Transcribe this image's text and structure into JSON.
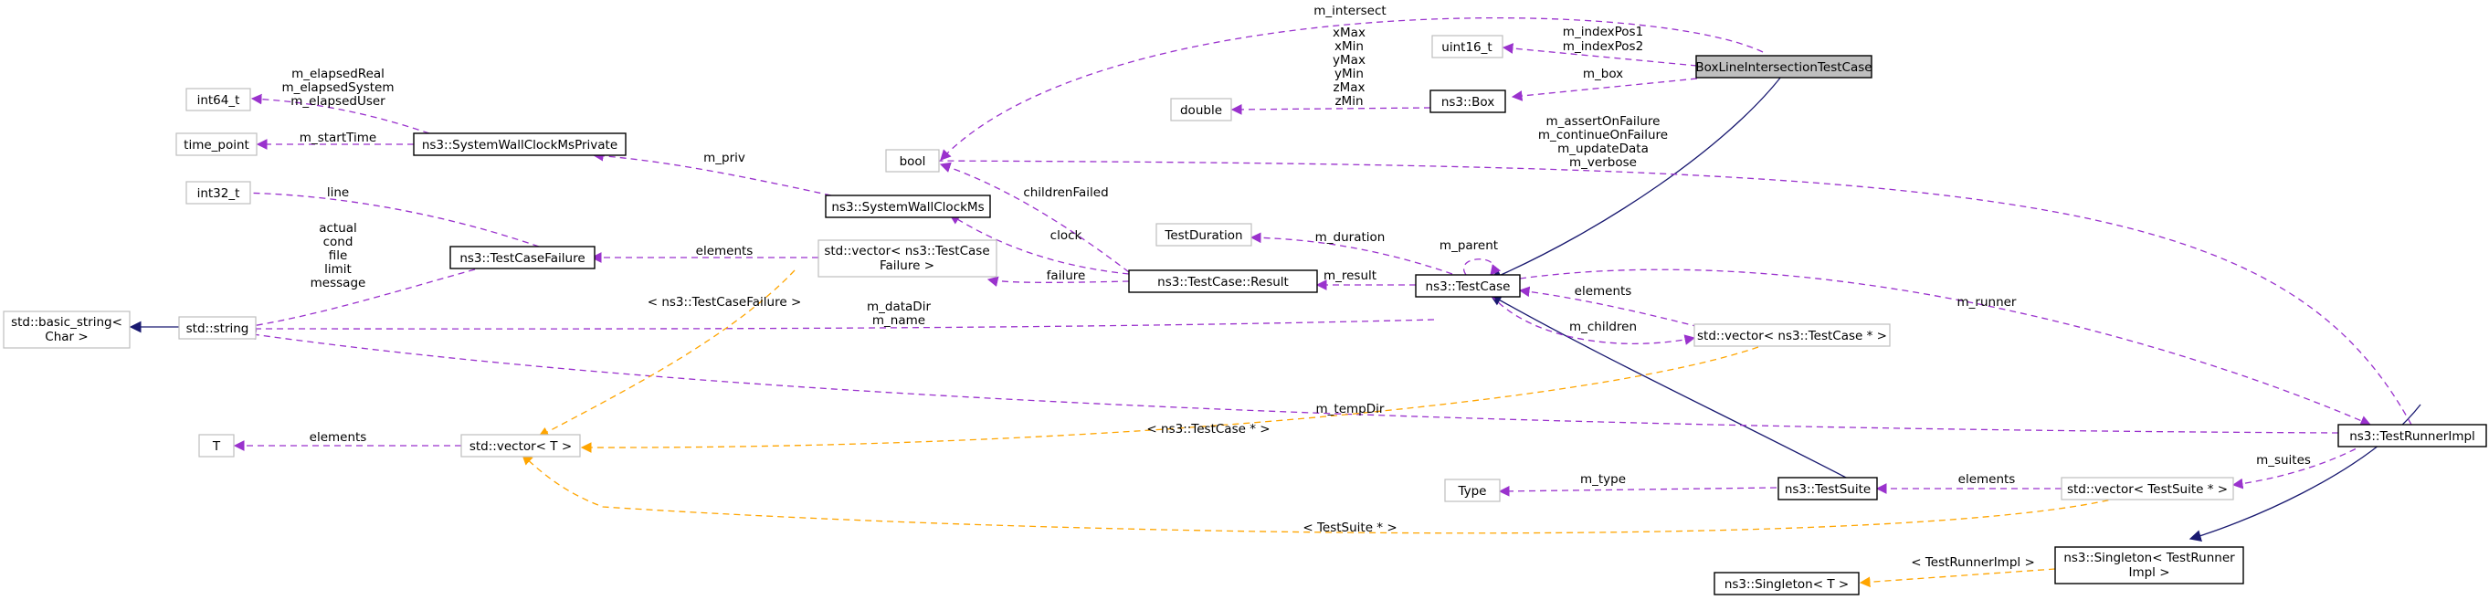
{
  "diagram": {
    "nodes": {
      "box_line_test": "BoxLineIntersectionTestCase",
      "uint16": "uint16_t",
      "double": "double",
      "box": "ns3::Box",
      "bool": "bool",
      "int64": "int64_t",
      "time_point": "time_point",
      "swcm_private": "ns3::SystemWallClockMsPrivate",
      "swcm": "ns3::SystemWallClockMs",
      "int32": "int32_t",
      "tc_failure": "ns3::TestCaseFailure",
      "vec_failure_1": "std::vector< ns3::TestCase",
      "vec_failure_2": "Failure >",
      "test_duration": "TestDuration",
      "tc_result": "ns3::TestCase::Result",
      "test_case": "ns3::TestCase",
      "basic_string_1": "std::basic_string<",
      "basic_string_2": "Char >",
      "string": "std::string",
      "vec_testcase": "std::vector< ns3::TestCase * >",
      "T": "T",
      "vec_T": "std::vector< T >",
      "runner_impl": "ns3::TestRunnerImpl",
      "type": "Type",
      "test_suite": "ns3::TestSuite",
      "vec_suite": "std::vector< TestSuite * >",
      "singleton_runner_1": "ns3::Singleton< TestRunner",
      "singleton_runner_2": "Impl >",
      "singleton_T": "ns3::Singleton< T >"
    },
    "edge_labels": {
      "m_intersect": "m_intersect",
      "m_indexPos1": "m_indexPos1",
      "m_indexPos2": "m_indexPos2",
      "m_box": "m_box",
      "box_fields": [
        "xMax",
        "xMin",
        "yMax",
        "yMin",
        "zMax",
        "zMin"
      ],
      "swcm_private_bools": [
        "m_elapsedReal",
        "m_elapsedSystem",
        "m_elapsedUser"
      ],
      "m_startTime": "m_startTime",
      "m_priv": "m_priv",
      "line": "line",
      "failure_strings": [
        "actual",
        "cond",
        "file",
        "limit",
        "message"
      ],
      "elements_failure": "elements",
      "childrenFailed": "childrenFailed",
      "clock": "clock",
      "failure": "failure",
      "m_duration": "m_duration",
      "m_parent": "m_parent",
      "m_result": "m_result",
      "runner_bools": [
        "m_assertOnFailure",
        "m_continueOnFailure",
        "m_updateData",
        "m_verbose"
      ],
      "m_runner": "m_runner",
      "elements_testcase": "elements",
      "m_children": "m_children",
      "tc_strings": [
        "m_dataDir",
        "m_name"
      ],
      "tpl_failure": "< ns3::TestCaseFailure >",
      "m_tempDir": "m_tempDir",
      "elements_T": "elements",
      "tpl_testcase": "< ns3::TestCase * >",
      "m_suites": "m_suites",
      "m_type": "m_type",
      "elements_suite": "elements",
      "tpl_suite": "< TestSuite * >",
      "tpl_runner": "< TestRunnerImpl >"
    }
  }
}
